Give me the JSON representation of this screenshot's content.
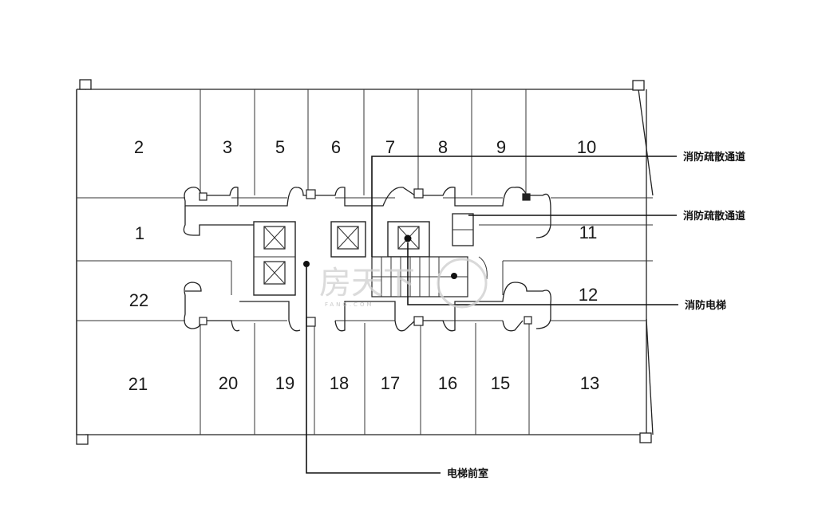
{
  "rooms": {
    "r1": "1",
    "r2": "2",
    "r3": "3",
    "r5": "5",
    "r6": "6",
    "r7": "7",
    "r8": "8",
    "r9": "9",
    "r10": "10",
    "r11": "11",
    "r12": "12",
    "r13": "13",
    "r15": "15",
    "r16": "16",
    "r17": "17",
    "r18": "18",
    "r19": "19",
    "r20": "20",
    "r21": "21",
    "r22": "22"
  },
  "labels": {
    "fire_exit_1": "消防疏散通道",
    "fire_exit_2": "消防疏散通道",
    "fire_elevator": "消防电梯",
    "elevator_lobby": "电梯前室"
  },
  "watermark": {
    "text": "房天下",
    "sub": "FANG.COM"
  }
}
